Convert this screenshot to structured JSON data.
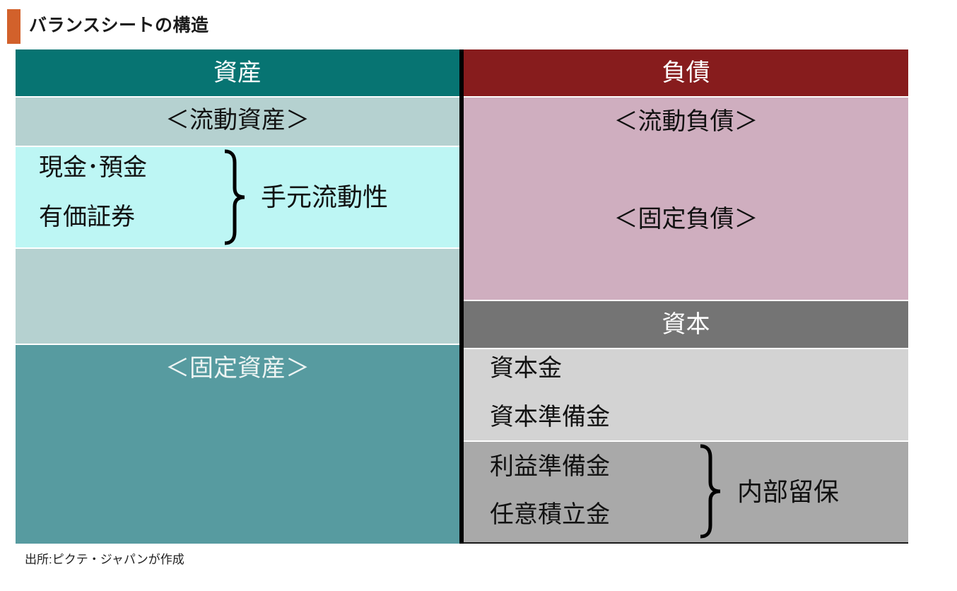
{
  "title": "バランスシートの構造",
  "source": "出所:ピクテ・ジャパンが作成",
  "assets_column": {
    "header": "資産",
    "current_assets_label": "＜流動資産＞",
    "cash_deposits": "現金･預金",
    "securities": "有価証券",
    "liquidity_label": "手元流動性",
    "fixed_assets_label": "＜固定資産＞"
  },
  "liabilities_column": {
    "header": "負債",
    "current_liabilities_label": "＜流動負債＞",
    "fixed_liabilities_label": "＜固定負債＞",
    "capital_header": "資本",
    "capital_items": [
      "資本金",
      "資本準備金"
    ],
    "reserve_items": [
      "利益準備金",
      "任意積立金"
    ],
    "internal_reserve_label": "内部留保"
  },
  "colors": {
    "accent_orange": "#D2612B",
    "assets_header_teal": "#077472",
    "assets_light_teal": "#B5D1D0",
    "assets_cyan": "#BDF6F4",
    "assets_fixed_teal": "#579BA0",
    "liabilities_header_red": "#871C1D",
    "liabilities_pink": "#CFAEBF",
    "capital_header_gray": "#747474",
    "capital_light_gray": "#D3D3D3",
    "capital_medium_gray": "#A9A9A9"
  }
}
